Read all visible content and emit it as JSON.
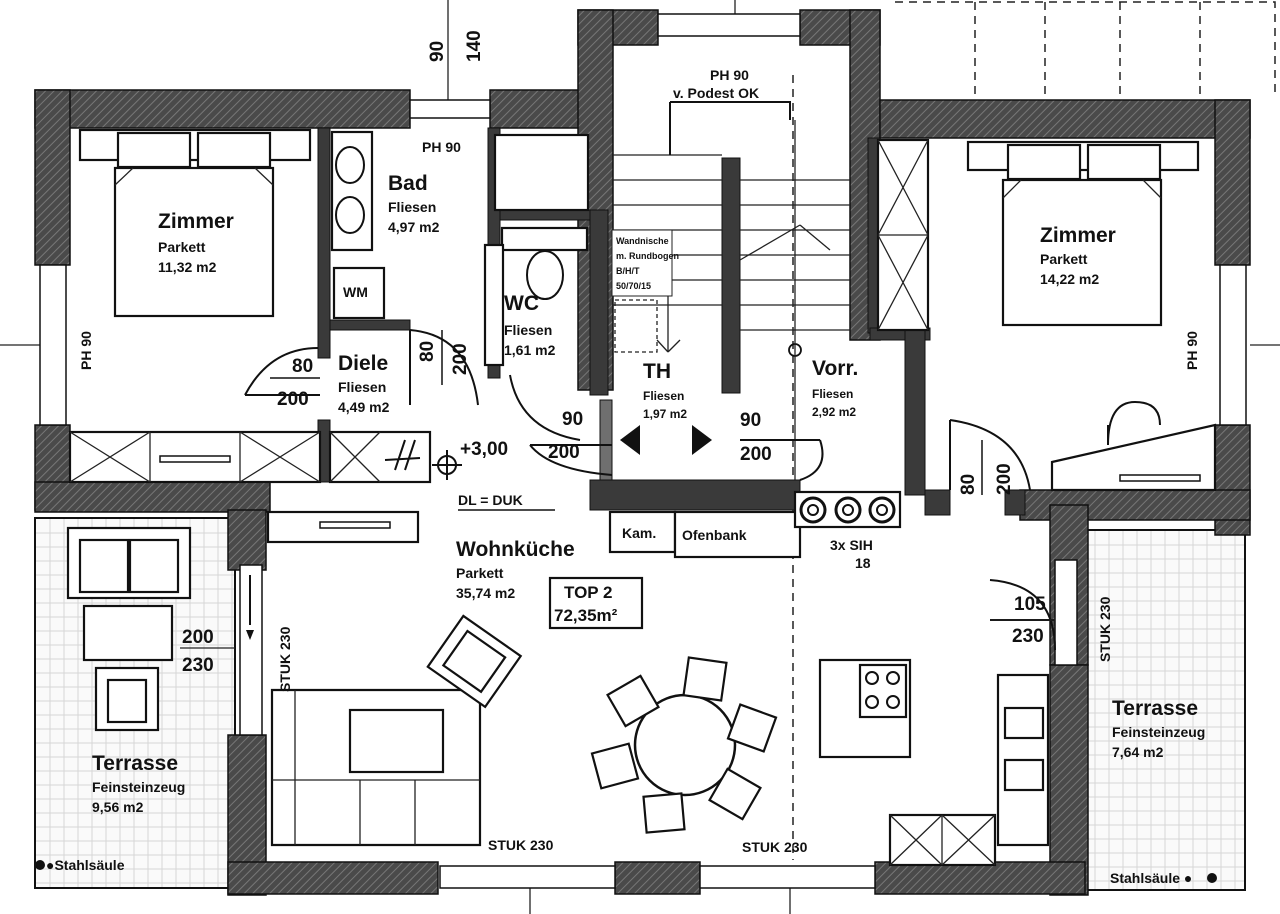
{
  "rooms": {
    "zimmer_left": {
      "name": "Zimmer",
      "floor": "Parkett",
      "area": "11,32 m2"
    },
    "bad": {
      "name": "Bad",
      "floor": "Fliesen",
      "area": "4,97 m2"
    },
    "wc": {
      "name": "WC",
      "floor": "Fliesen",
      "area": "1,61 m2"
    },
    "diele": {
      "name": "Diele",
      "floor": "Fliesen",
      "area": "4,49 m2"
    },
    "th": {
      "name": "TH",
      "floor": "Fliesen",
      "area": "1,97 m2"
    },
    "vorr": {
      "name": "Vorr.",
      "floor": "Fliesen",
      "area": "2,92 m2"
    },
    "zimmer_right": {
      "name": "Zimmer",
      "floor": "Parkett",
      "area": "14,22 m2"
    },
    "wohnkueche": {
      "name": "Wohnküche",
      "floor": "Parkett",
      "area": "35,74 m2"
    },
    "terrasse_left": {
      "name": "Terrasse",
      "floor": "Feinsteinzeug",
      "area": "9,56 m2"
    },
    "terrasse_right": {
      "name": "Terrasse",
      "floor": "Feinsteinzeug",
      "area": "7,64 m2"
    }
  },
  "top": {
    "label": "TOP 2",
    "area": "72,35m²"
  },
  "labels": {
    "wm": "WM",
    "ph90_bad": "PH 90",
    "ph90_left": "PH 90",
    "ph90_right": "PH 90",
    "stair_ph": "PH 90",
    "stair_podest": "v. Podest OK",
    "wandnische": [
      "Wandnische",
      "m. Rundbogen",
      "B/H/T",
      "50/70/15"
    ],
    "elevation": "+3,00",
    "dl_duk": "DL = DUK",
    "kam": "Kam.",
    "ofenbank": "Ofenbank",
    "sih": "3x SIH",
    "sih_num": "18",
    "stuk_left": "STUK 230",
    "stuk_bottom_left": "STUK 230",
    "stuk_bottom_right": "STUK 230",
    "stuk_right": "STUK 230",
    "stahlsaeule_left": "●Stahlsäule",
    "stahlsaeule_right": "Stahlsäule ●"
  },
  "dims": {
    "top_90": "90",
    "top_140": "140",
    "diele_80": "80",
    "diele_200": "200",
    "bad_80": "80",
    "bad_200": "200",
    "wc_90": "90",
    "wc_200": "200",
    "th_90": "90",
    "th_200": "200",
    "vorr_80": "80",
    "vorr_200": "200",
    "ter_l_200": "200",
    "ter_l_230": "230",
    "ter_r_105": "105",
    "ter_r_230": "230"
  }
}
